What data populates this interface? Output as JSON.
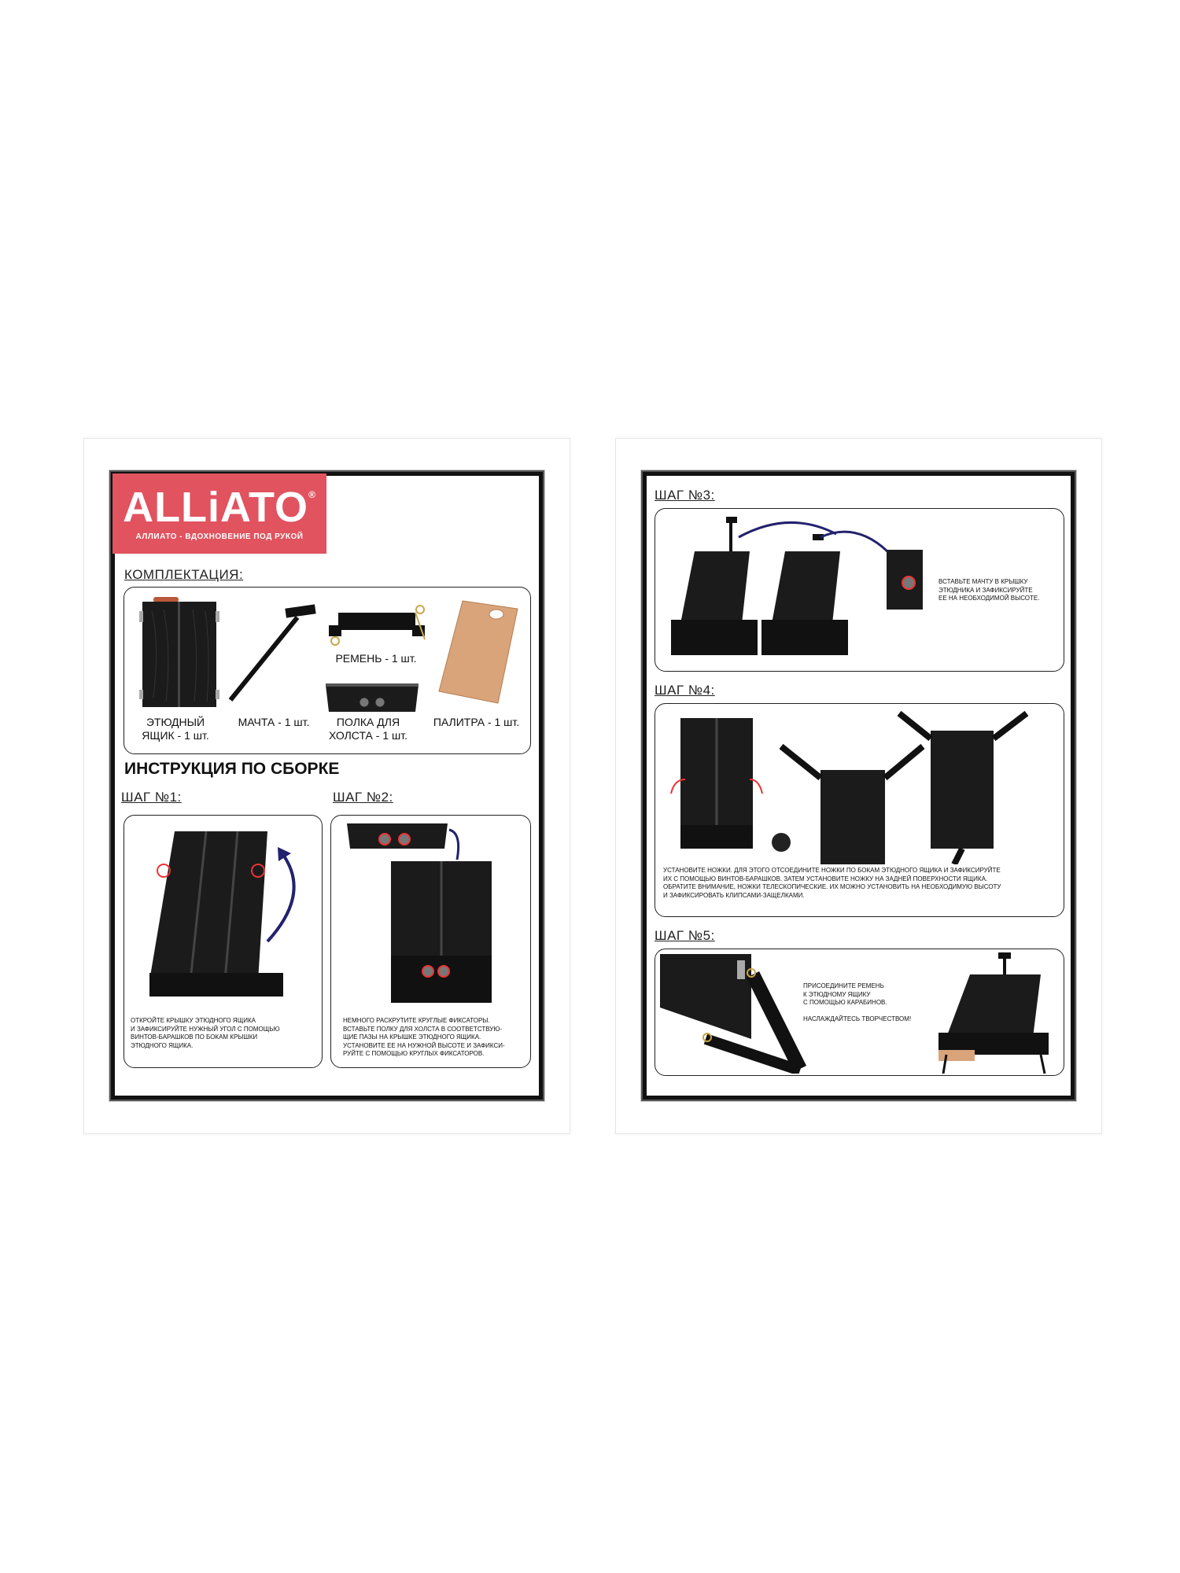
{
  "brand": {
    "logo": "ALLiATO",
    "registered_mark": "®",
    "tagline": "АЛЛИАТО - ВДОХНОВЕНИЕ ПОД РУКОЙ",
    "accent_color": "#e0535f"
  },
  "kit": {
    "heading": "КОМПЛЕКТАЦИЯ:",
    "items": [
      {
        "label": "ЭТЮДНЫЙ\nЯЩИК - 1 шт."
      },
      {
        "label": "МАЧТА - 1 шт."
      },
      {
        "label": "РЕМЕНЬ - 1 шт."
      },
      {
        "label": "ПОЛКА ДЛЯ\nХОЛСТА - 1 шт."
      },
      {
        "label": "ПАЛИТРА - 1 шт."
      }
    ]
  },
  "assembly": {
    "heading": "ИНСТРУКЦИЯ ПО СБОРКЕ"
  },
  "steps": [
    {
      "title": "ШАГ №1:",
      "text": "Откройте крышку этюдного ящика\nи зафиксируйте нужный угол с помощью\nвинтов-барашков по бокам крышки\nэтюдного ящика."
    },
    {
      "title": "ШАГ №2:",
      "text": "Немного раскрутите круглые фиксаторы.\nВставьте полку для холста в соответствую-\nщие пазы на крышке этюдного ящика.\nУстановите ее на нужной высоте и зафикси-\nруйте с помощью круглых фиксаторов."
    },
    {
      "title": "ШАГ №3:",
      "text": "Вставьте мачту в крышку\nэтюдника и зафиксируйте\nее на необходимой высоте."
    },
    {
      "title": "ШАГ №4:",
      "text": "Установите ножки. Для этого отсоедините ножки по бокам этюдного ящика и зафиксируйте\nих с помощью винтов-барашков. Затем установите ножку на задней поверхности ящика.\nОбратите внимание, ножки телескопические. Их можно установить на необходимую высоту\nи зафиксировать клипсами-защелками."
    },
    {
      "title": "ШАГ №5:",
      "text": "Присоедините ремень\nк этюдному ящику\nс помощью карабинов.\n\nНаслаждайтесь творчеством!"
    }
  ]
}
